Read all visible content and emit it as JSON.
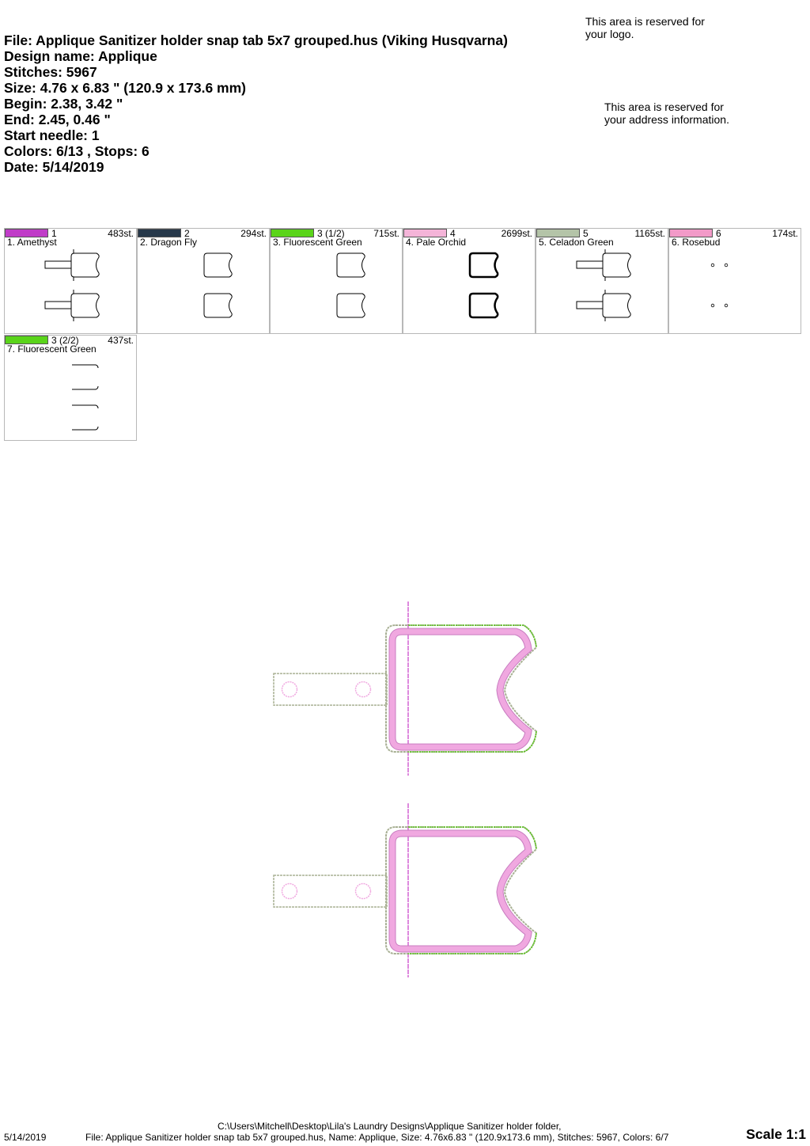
{
  "header": {
    "file": "File: Applique Sanitizer holder snap tab 5x7 grouped.hus  (Viking Husqvarna)",
    "design_name": "Design name: Applique",
    "stitches": "Stitches: 5967",
    "size": "Size: 4.76 x 6.83 \" (120.9 x 173.6 mm)",
    "begin": "Begin: 2.38, 3.42 \"",
    "end": "End: 2.45, 0.46 \"",
    "start_needle": "Start needle: 1",
    "colors": "Colors: 6/13 , Stops: 6",
    "date": "Date: 5/14/2019"
  },
  "logo_note": [
    "This area is reserved for",
    "your logo."
  ],
  "address_note": [
    "This area is reserved for",
    "your address information."
  ],
  "colors": [
    {
      "num": "1",
      "stitches": "483st.",
      "name": "1. Amethyst",
      "color": "#c03cc8",
      "thumb": "full"
    },
    {
      "num": "2",
      "stitches": "294st.",
      "name": "2. Dragon Fly",
      "color": "#26384a",
      "thumb": "pocket"
    },
    {
      "num": "3 (1/2)",
      "stitches": "715st.",
      "name": "3. Fluorescent Green",
      "color": "#5ad41a",
      "thumb": "pocket"
    },
    {
      "num": "4",
      "stitches": "2699st.",
      "name": "4. Pale Orchid",
      "color": "#f4b4d8",
      "thumb": "pocket-bold"
    },
    {
      "num": "5",
      "stitches": "1165st.",
      "name": "5. Celadon Green",
      "color": "#b4c4a8",
      "thumb": "full"
    },
    {
      "num": "6",
      "stitches": "174st.",
      "name": "6. Rosebud",
      "color": "#f29ac8",
      "thumb": "dots"
    },
    {
      "num": "3 (2/2)",
      "stitches": "437st.",
      "name": "7. Fluorescent Green",
      "color": "#5ad41a",
      "thumb": "edges"
    }
  ],
  "footer": {
    "date": "5/14/2019",
    "path": "C:\\Users\\Mitchell\\Desktop\\Lila's Laundry Designs\\Applique Sanitizer holder folder,",
    "summary": "File: Applique Sanitizer holder snap tab 5x7 grouped.hus, Name: Applique, Size: 4.76x6.83 \" (120.9x173.6 mm), Stitches: 5967, Colors: 6/7",
    "scale": "Scale 1:1"
  },
  "preview": {
    "pink": "#f0a8e0",
    "pink_dark": "#c87cc0",
    "tan": "#a8b094",
    "green": "#58c818",
    "magenta": "#c83cc8"
  }
}
